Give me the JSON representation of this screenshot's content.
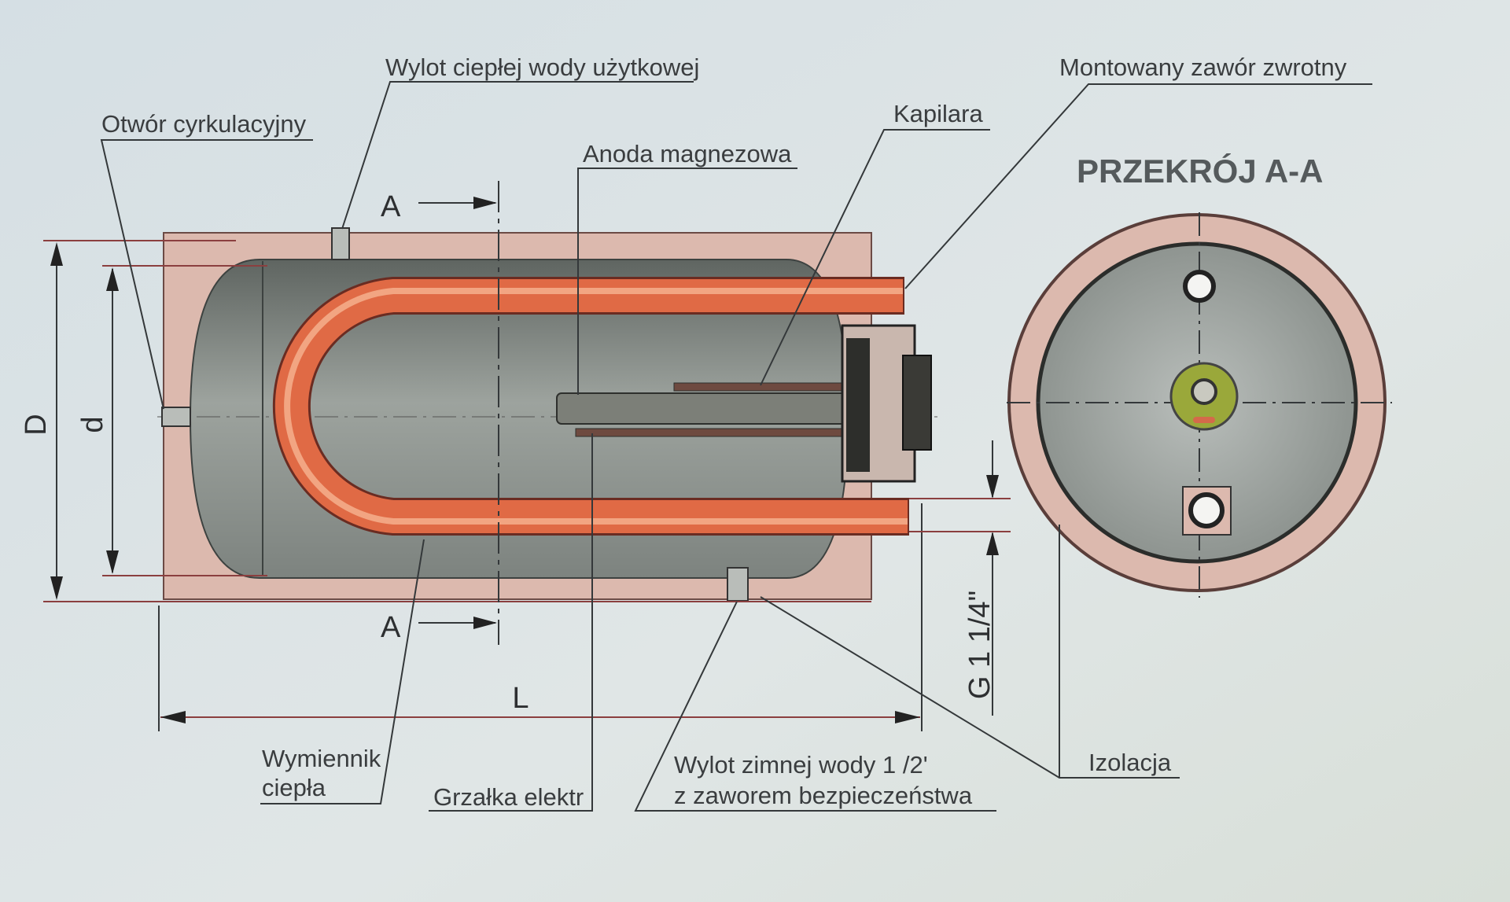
{
  "title": "PRZEKRÓJ A-A",
  "labels": {
    "hot_outlet": "Wylot ciepłej wody użytkowej",
    "circulation": "Otwór cyrkulacyjny",
    "anode": "Anoda magnezowa",
    "capillary": "Kapilara",
    "check_valve": "Montowany zawór zwrotny",
    "exchanger_line1": "Wymiennik",
    "exchanger_line2": "ciepła",
    "heater": "Grzałka elektr",
    "cold_line1": "Wylot zimnej wody 1 /2'",
    "cold_line2": "z zaworem bezpieczeństwa",
    "insulation": "Izolacja"
  },
  "dimensions": {
    "D": "D",
    "d": "d",
    "L": "L",
    "thread": "G 1 1/4\"",
    "section_top": "A",
    "section_bottom": "A"
  },
  "colors": {
    "insulation": "#dcb9ae",
    "tube": "#e06a45",
    "background": "#dde4e6"
  }
}
